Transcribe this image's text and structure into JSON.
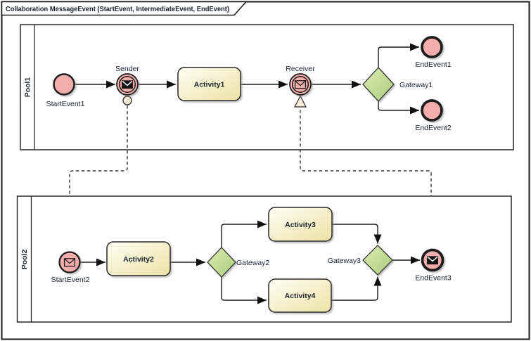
{
  "diagram": {
    "title": "Collaboration MessageEvent (StartEvent, IntermediateEvent, EndEvent)"
  },
  "pool1": {
    "label": "Pool1",
    "start_event1": "StartEvent1",
    "sender": "Sender",
    "activity1": "Activity1",
    "receiver": "Receiver",
    "gateway1": "Gateway1",
    "end_event1": "EndEvent1",
    "end_event2": "EndEvent2"
  },
  "pool2": {
    "label": "Pool2",
    "start_event2": "StartEvent2",
    "activity2": "Activity2",
    "gateway2": "Gateway2",
    "activity3": "Activity3",
    "activity4": "Activity4",
    "gateway3": "Gateway3",
    "end_event3": "EndEvent3"
  },
  "colors": {
    "event_fill": "#F3ADAB",
    "activity_fill_start": "#FFFEF4",
    "activity_fill_end": "#ECE2A4",
    "gateway_fill_start": "#DCEBB5",
    "gateway_fill_end": "#A9CD7A",
    "marker_fill": "#F7ECD9",
    "stroke": "#1A1A1A",
    "label": "#1B2330"
  }
}
